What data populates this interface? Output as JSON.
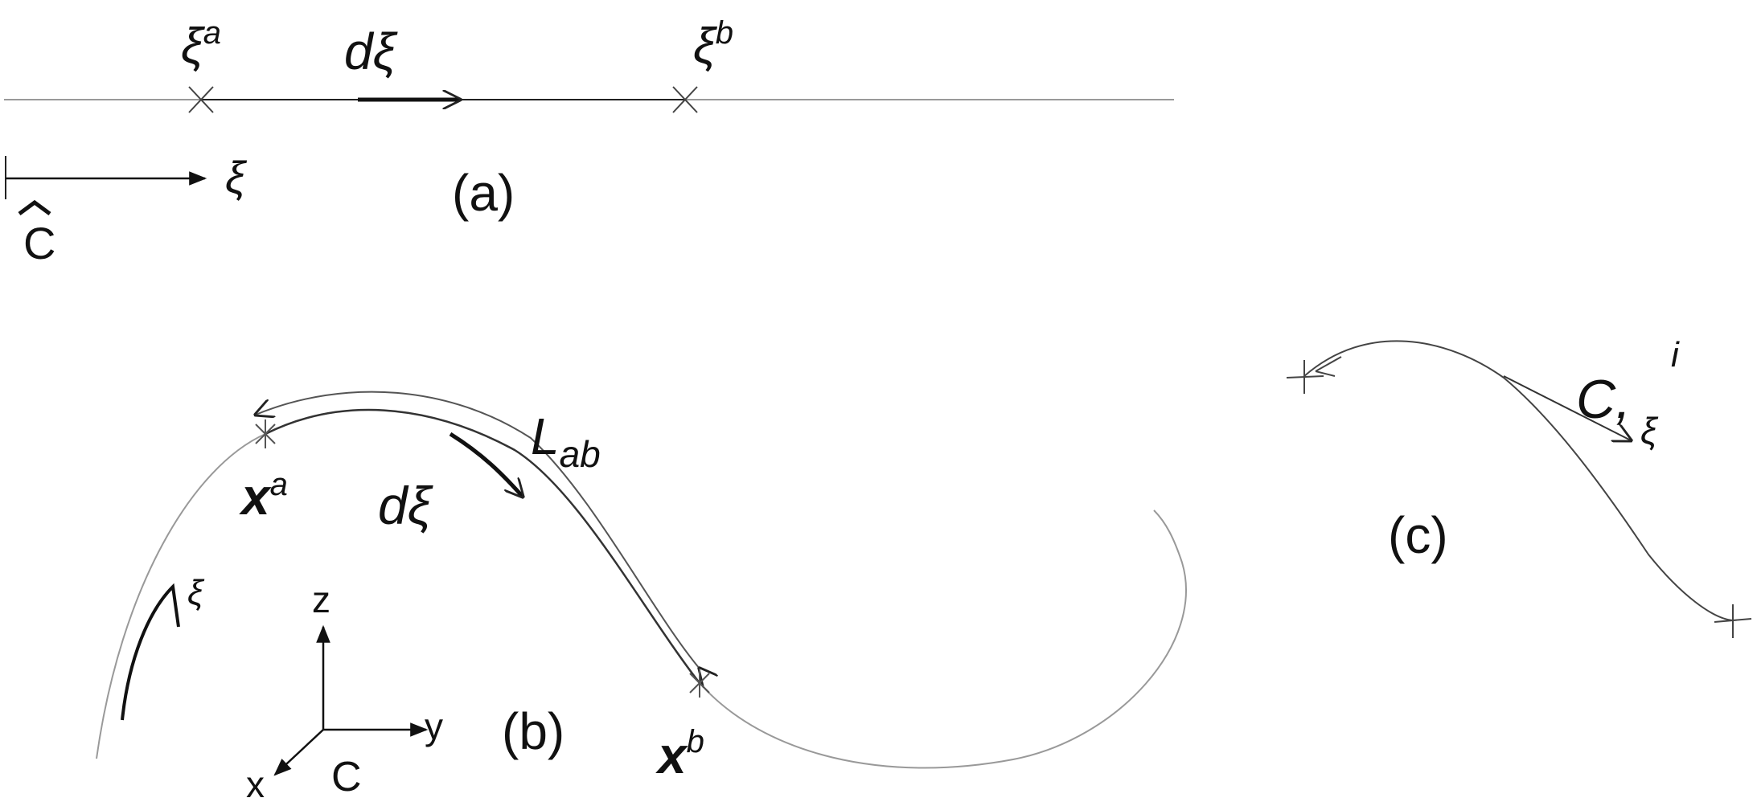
{
  "labels": {
    "xi_a": "ξ",
    "sup_a": "a",
    "d_xi_top": "dξ",
    "xi_b": "ξ",
    "sup_b": "b",
    "panel_a": "(a)",
    "xi_axis": "ξ",
    "c_hat": "C",
    "L": "L",
    "L_sub": "ab",
    "x_a": "x",
    "x_a_sup": "a",
    "d_xi_b": "dξ",
    "xi_curve": "ξ",
    "axis_z": "z",
    "axis_y": "y",
    "axis_x": "x",
    "frame_C": "C",
    "panel_b": "(b)",
    "x_b": "x",
    "x_b_sup": "b",
    "C_tan": "C,",
    "tan_sub": "ξ",
    "tan_sup": "i",
    "panel_c": "(c)"
  }
}
